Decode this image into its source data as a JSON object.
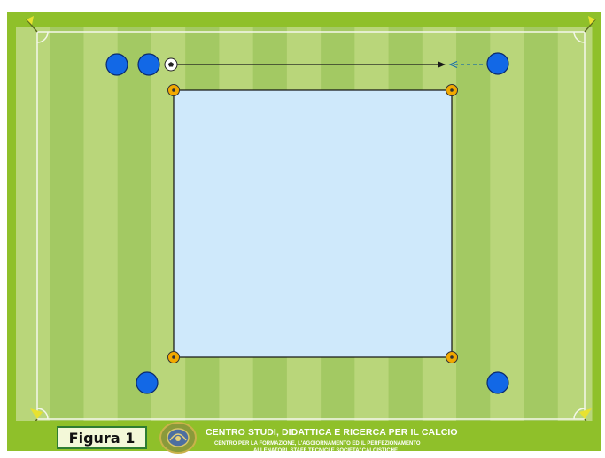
{
  "figure": {
    "label": "Figura 1"
  },
  "footer": {
    "title": "CENTRO STUDI, DIDATTICA E RICERCA PER IL CALCIO",
    "subtitle_line1": "CENTRO PER LA FORMAZIONE, L'AGGIORNAMENTO ED IL PERFEZIONAMENTO",
    "subtitle_line2": "ALLENATORI, STAFF TECNICI E SOCIETA' CALCISTICHE"
  },
  "colors": {
    "field_border": "#8fc02a",
    "stripe_light": "#b9d67a",
    "stripe_dark": "#a3c963",
    "square_fill": "#cfe9fb",
    "player": "#1268e6",
    "cone": "#f2a900",
    "flag": "#e8e230",
    "pass_arrow": "#1a1a1a",
    "movement_arrow": "#1a6fa8"
  },
  "elements": {
    "players": 5,
    "cones": 4,
    "balls": 1
  }
}
